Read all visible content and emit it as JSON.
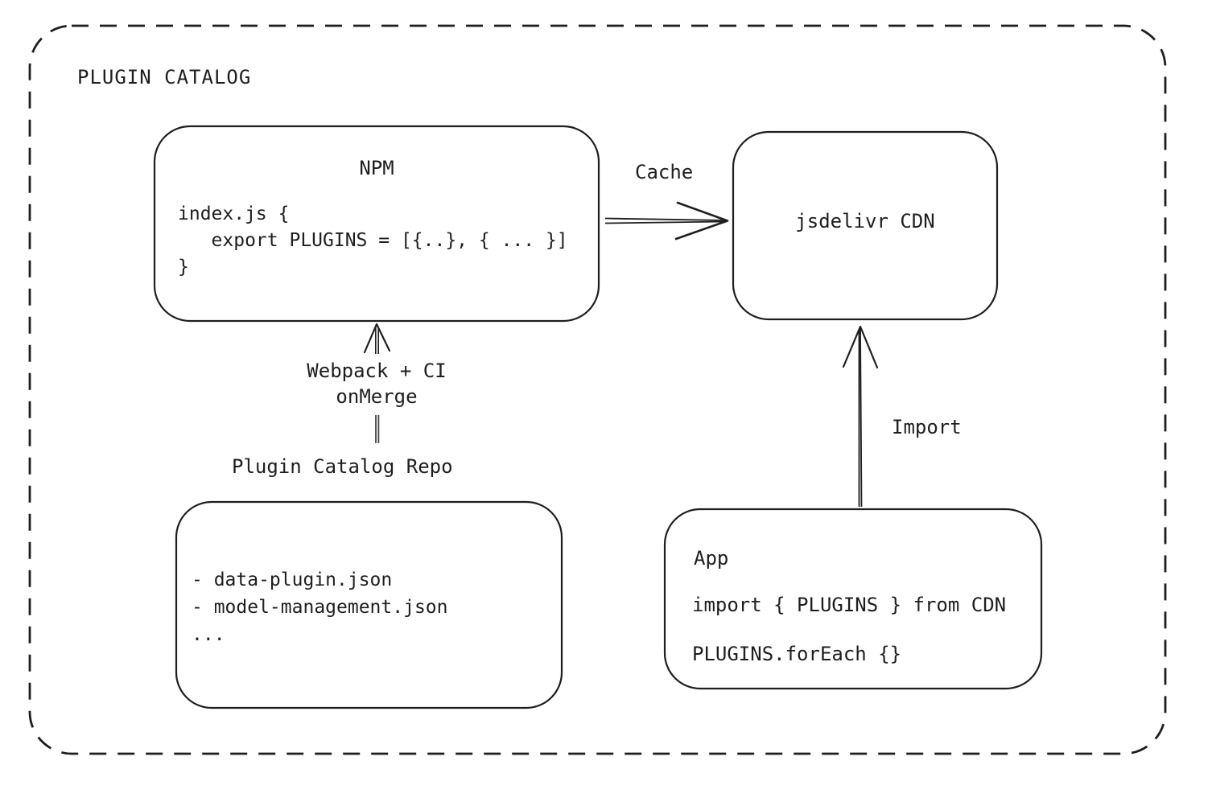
{
  "diagram": {
    "title": "PLUGIN CATALOG",
    "colors": {
      "stroke": "#1e1e1e",
      "background": "#ffffff"
    },
    "nodes": {
      "npm": {
        "title": "NPM",
        "code": "index.js {\n   export PLUGINS = [{..}, { ... }]\n}"
      },
      "cdn": {
        "title": "jsdelivr CDN"
      },
      "repo": {
        "label": "Plugin Catalog Repo",
        "files": "- data-plugin.json\n- model-management.json\n..."
      },
      "app": {
        "title": "App",
        "code_line1": "import { PLUGINS } from CDN",
        "code_line2": "PLUGINS.forEach {}"
      }
    },
    "edges": {
      "cache": {
        "label": "Cache",
        "from": "NPM",
        "to": "jsdelivr CDN"
      },
      "build": {
        "label_line1": "Webpack + CI",
        "label_line2": "onMerge",
        "from": "Plugin Catalog Repo",
        "to": "NPM"
      },
      "import": {
        "label": "Import",
        "from": "App",
        "to": "jsdelivr CDN"
      }
    }
  }
}
